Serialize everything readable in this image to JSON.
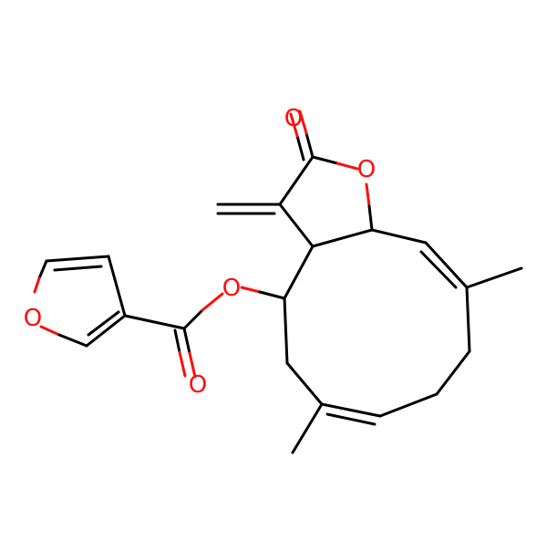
{
  "molecule": {
    "atom_labels": {
      "carbonyl_oxygen_lactone": "O",
      "ring_oxygen_lactone": "O",
      "ester_oxygen": "O",
      "carbonyl_oxygen_ester": "O",
      "furan_oxygen": "O"
    },
    "colors": {
      "bond": "#000000",
      "oxygen": "#ff0d0d",
      "background": "#ffffff"
    }
  }
}
